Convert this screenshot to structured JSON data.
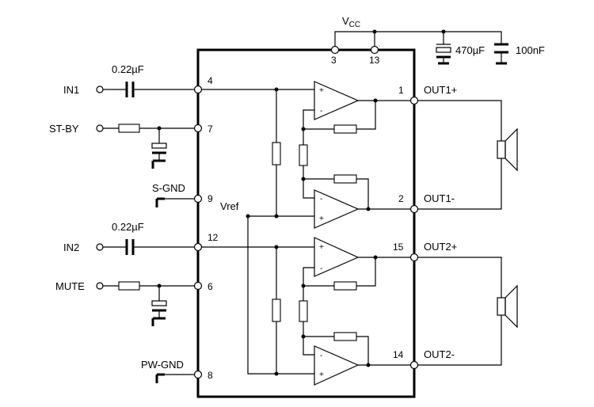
{
  "labels": {
    "vcc_main": "V",
    "vcc_sub": "CC",
    "in1": "IN1",
    "stby": "ST-BY",
    "sgnd": "S-GND",
    "in2": "IN2",
    "mute": "MUTE",
    "pwgnd": "PW-GND",
    "vref": "Vref",
    "out1p": "OUT1+",
    "out1m": "OUT1-",
    "out2p": "OUT2+",
    "out2m": "OUT2-",
    "cap_in1": "0.22µF",
    "cap_in2": "0.22µF",
    "cap_470": "470µF",
    "cap_100": "100nF"
  },
  "pins": {
    "p3": "3",
    "p13": "13",
    "p4": "4",
    "p7": "7",
    "p9": "9",
    "p12": "12",
    "p6": "6",
    "p8": "8",
    "p1": "1",
    "p2": "2",
    "p15": "15",
    "p14": "14"
  },
  "signs": {
    "plus": "+",
    "minus": "-"
  }
}
